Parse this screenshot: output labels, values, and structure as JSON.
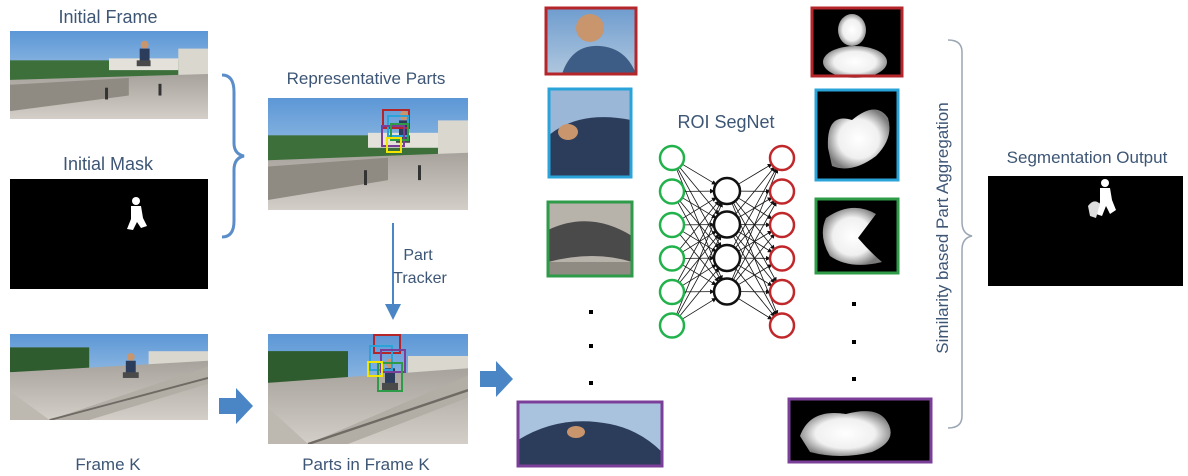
{
  "labels": {
    "initial_frame": "Initial Frame",
    "initial_mask": "Initial Mask",
    "representative_parts": "Representative Parts",
    "part_tracker_line1": "Part",
    "part_tracker_line2": "Tracker",
    "frame_k": "Frame K",
    "parts_in_frame_k": "Parts in Frame K",
    "roi_segnet": "ROI SegNet",
    "aggregation": "Similarity based Part Aggregation",
    "segmentation_output": "Segmentation Output"
  },
  "colors": {
    "text": "#3d5675",
    "arrow": "#4a86c5",
    "brace": "#5b8ec9",
    "part_red": "#b5262b",
    "part_blue": "#2aa3d8",
    "part_green": "#2e9b49",
    "part_purple": "#7b3f99",
    "part_yellow": "#f2e600",
    "input_node": "#22b24c",
    "hidden_node": "#111111",
    "output_node": "#c0282b"
  },
  "network": {
    "input_nodes": 6,
    "hidden_nodes": 4,
    "output_nodes": 6
  }
}
